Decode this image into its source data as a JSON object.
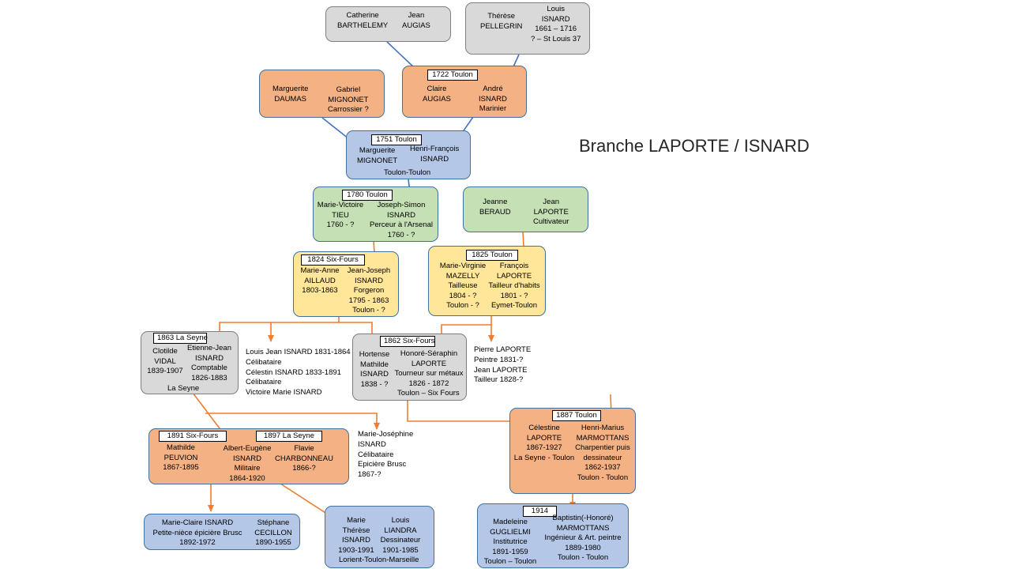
{
  "title": "Branche LAPORTE / ISNARD",
  "boxes": [
    {
      "id": "b01",
      "name": "box-barthelemy-augias",
      "color": "gray",
      "tag": "",
      "persons": [
        [
          "Catherine",
          "BARTHELEMY"
        ],
        [
          "Jean",
          "AUGIAS"
        ]
      ]
    },
    {
      "id": "b02",
      "name": "box-pellegrin-isnard",
      "color": "gray",
      "tag": "",
      "persons": [
        [
          "Thérèse",
          "PELLEGRIN"
        ],
        [
          "Louis",
          "ISNARD",
          "1661 – 1716",
          "? – St Louis 37"
        ]
      ]
    },
    {
      "id": "b03",
      "name": "box-daumas-mignonet",
      "color": "orange",
      "tag": "",
      "persons": [
        [
          "Marguerite",
          "DAUMAS"
        ],
        [
          "Gabriel",
          "MIGNONET",
          "Carrossier ?"
        ]
      ]
    },
    {
      "id": "b04",
      "name": "box-augias-isnard",
      "color": "orange",
      "tag": "1722 Toulon",
      "persons": [
        [
          "Claire",
          "AUGIAS"
        ],
        [
          "André",
          "ISNARD",
          "Marinier"
        ]
      ]
    },
    {
      "id": "b05",
      "name": "box-mignonet-isnard",
      "color": "blue",
      "tag": "1751 Toulon",
      "persons": [
        [
          "Marguerite",
          "MIGNONET"
        ],
        [
          "Henri-François",
          "ISNARD"
        ]
      ],
      "place": "Toulon-Toulon"
    },
    {
      "id": "b06",
      "name": "box-tieu-isnard",
      "color": "green",
      "tag": "1780 Toulon",
      "persons": [
        [
          "Marie-Victoire",
          "TIEU",
          "1760 - ?"
        ],
        [
          "Joseph-Simon",
          "ISNARD",
          "Perceur à l'Arsenal",
          "1760 - ?"
        ]
      ]
    },
    {
      "id": "b07",
      "name": "box-beraud-laporte",
      "color": "green",
      "tag": "",
      "persons": [
        [
          "Jeanne",
          "BERAUD"
        ],
        [
          "Jean",
          "LAPORTE",
          "Cultivateur"
        ]
      ]
    },
    {
      "id": "b08",
      "name": "box-aillaud-isnard",
      "color": "yellow",
      "tag": "1824 Six-Fours",
      "persons": [
        [
          "Marie-Anne",
          "AILLAUD",
          "1803-1863"
        ],
        [
          "Jean-Joseph",
          "ISNARD",
          "Forgeron",
          "1795 - 1863",
          "Toulon - ?"
        ]
      ]
    },
    {
      "id": "b09",
      "name": "box-mazelly-laporte",
      "color": "yellow",
      "tag": "1825 Toulon",
      "persons": [
        [
          "Marie-Virginie",
          "MAZELLY",
          "Tailleuse",
          "1804 - ?",
          "Toulon - ?"
        ],
        [
          "François",
          "LAPORTE",
          "Tailleur d'habits",
          "1801 - ?",
          "Eymet-Toulon"
        ]
      ]
    },
    {
      "id": "b10",
      "name": "box-vidal-isnard",
      "color": "gray",
      "tag": "1863 La Seyne",
      "persons": [
        [
          "Clotilde",
          "VIDAL",
          "1839-1907"
        ],
        [
          "Etienne-Jean",
          "ISNARD",
          "Comptable",
          "1826-1883"
        ]
      ],
      "place": "La Seyne"
    },
    {
      "id": "b11",
      "name": "box-isnard-laporte",
      "color": "gray",
      "tag": "1862 Six-Fours",
      "persons": [
        [
          "Hortense",
          "Mathilde",
          "ISNARD",
          "1838 - ?"
        ],
        [
          "Honoré-Séraphin",
          "LAPORTE",
          "Tourneur sur métaux",
          "1826 - 1872"
        ]
      ],
      "place": "Toulon – Six Fours"
    },
    {
      "id": "b12",
      "name": "box-peuvion-isnard-charbonneau",
      "color": "orange",
      "tag": "1891 Six-Fours",
      "tag2": "1897 La Seyne",
      "persons": [
        [
          "Mathilde",
          "PEUVION",
          "1867-1895"
        ],
        [
          "Albert-Eugène",
          "ISNARD",
          "Militaire",
          "1864-1920"
        ],
        [
          "Flavie",
          "CHARBONNEAU",
          "1866-?"
        ]
      ]
    },
    {
      "id": "b13",
      "name": "box-laporte-marmottans",
      "color": "orange",
      "tag": "1887 Toulon",
      "persons": [
        [
          "Célestine",
          "LAPORTE",
          "1867-1927",
          "La Seyne - Toulon"
        ],
        [
          "Henri-Marius",
          "MARMOTTANS",
          "Charpentier puis",
          "dessinateur",
          "1862-1937",
          "Toulon - Toulon"
        ]
      ]
    },
    {
      "id": "b14",
      "name": "box-isnard-cecillon",
      "color": "blue",
      "tag": "",
      "persons": [
        [
          "Marie-Claire ISNARD",
          "Petite-nièce épicière Brusc",
          "1892-1972"
        ],
        [
          "Stéphane",
          "CECILLON",
          "1890-1955"
        ]
      ]
    },
    {
      "id": "b15",
      "name": "box-isnard-liandra",
      "color": "blue",
      "tag": "",
      "persons": [
        [
          "Marie",
          "Thérèse",
          "ISNARD",
          "1903-1991"
        ],
        [
          "Louis",
          "LIANDRA",
          "Dessinateur",
          "1901-1985"
        ]
      ],
      "place": "Lorient-Toulon-Marseille"
    },
    {
      "id": "b16",
      "name": "box-guglielmi-marmottans",
      "color": "blue",
      "tag": "1914",
      "persons": [
        [
          "Madeleine",
          "GUGLIELMI",
          "Institutrice",
          "1891-1959",
          "Toulon – Toulon"
        ],
        [
          "Baptistin(-Honoré)",
          "MARMOTTANS",
          "Ingénieur & Art. peintre",
          "1889-1980",
          "Toulon - Toulon"
        ]
      ]
    }
  ],
  "notes": [
    {
      "id": "n1",
      "name": "note-isnard-siblings",
      "lines": [
        "Louis Jean ISNARD 1831-1864",
        "Célibataire",
        "Célestin ISNARD 1833-1891",
        "Célibataire",
        "Victoire Marie ISNARD"
      ]
    },
    {
      "id": "n2",
      "name": "note-laporte-siblings",
      "lines": [
        "Pierre LAPORTE",
        "Peintre 1831-?",
        "Jean LAPORTE",
        "Tailleur 1828-?"
      ]
    },
    {
      "id": "n3",
      "name": "note-marie-josephine",
      "lines": [
        "Marie-Joséphine",
        "ISNARD",
        "Célibataire",
        "Epicière Brusc",
        "1867-?"
      ]
    }
  ],
  "colors": {
    "gray": "#d9d9d9",
    "orange": "#f4b183",
    "blue": "#b4c7e7",
    "green": "#c5e0b4",
    "yellow": "#ffe699",
    "link_blue": "#4472c4",
    "link_orange": "#ed7d31",
    "border": "#41719c"
  }
}
